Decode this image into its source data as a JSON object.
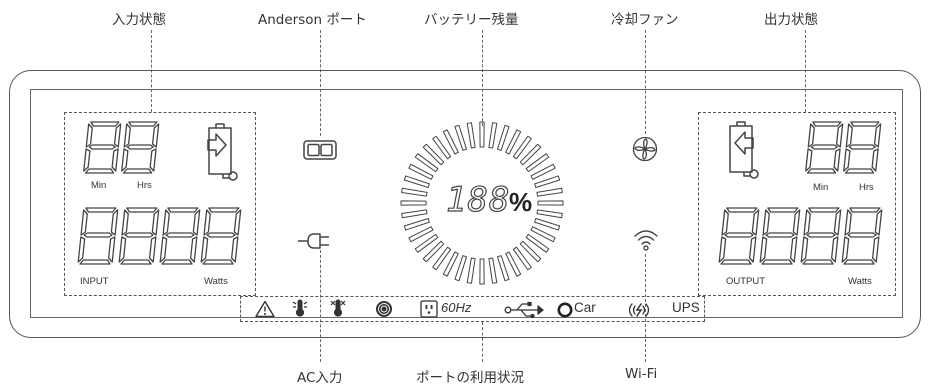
{
  "callouts": {
    "input_status": "入力状態",
    "anderson_port": "Anderson ポート",
    "battery_level": "バッテリー残量",
    "cooling_fan": "冷却ファン",
    "output_status": "出力状態",
    "ac_input": "AC入力",
    "port_usage": "ポートの利用状況",
    "wifi": "Wi-Fi"
  },
  "input_panel": {
    "min": "Min",
    "hrs": "Hrs",
    "input": "INPUT",
    "watts": "Watts"
  },
  "output_panel": {
    "min": "Min",
    "hrs": "Hrs",
    "output": "OUTPUT",
    "watts": "Watts"
  },
  "battery": {
    "digits": "188",
    "unit": "%"
  },
  "status_bar": {
    "freq": "60Hz",
    "car": "Car",
    "ups": "UPS"
  }
}
